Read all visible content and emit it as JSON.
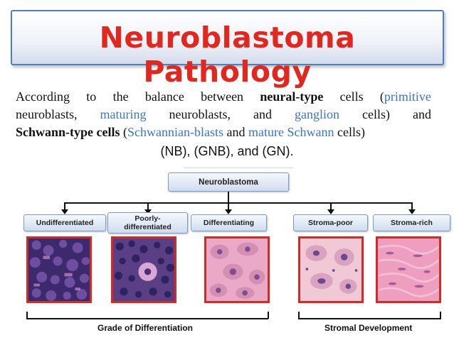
{
  "slide": {
    "title": "Neuroblastoma Pathology",
    "paragraph": {
      "line1": [
        {
          "t": "According",
          "c": ""
        },
        {
          "t": "to",
          "c": ""
        },
        {
          "t": "the",
          "c": ""
        },
        {
          "t": "balance",
          "c": ""
        },
        {
          "t": "between",
          "c": ""
        },
        {
          "t": "neural-type",
          "c": "b"
        },
        {
          "t": "cells",
          "c": ""
        },
        {
          "t": "(primitive",
          "pre": "(",
          "post": "primitive"
        }
      ],
      "line2": [
        {
          "t": "neuroblasts,",
          "c": ""
        },
        {
          "t": "maturing",
          "c": "blue"
        },
        {
          "t": "neuroblasts,",
          "c": ""
        },
        {
          "t": "and",
          "c": ""
        },
        {
          "t": "ganglion",
          "c": "blue"
        },
        {
          "t": "cells)",
          "c": ""
        },
        {
          "t": "and",
          "c": ""
        }
      ],
      "line3_pre": "Schwann-type cells ",
      "line3_paren": "(",
      "line3_blue1": "Schwannian-blasts",
      "line3_and": " and ",
      "line3_blue2": "mature Schwann",
      "line3_post": " cells)",
      "abbreviations": "(NB), (GNB), and (GN)."
    }
  },
  "diagram": {
    "root": "Neuroblastoma",
    "categories": [
      {
        "label": "Undifferentiated"
      },
      {
        "label": "Poorly-differentiated",
        "line1": "Poorly-",
        "line2": "differentiated"
      },
      {
        "label": "Differentiating"
      },
      {
        "label": "Stroma-poor"
      },
      {
        "label": "Stroma-rich"
      }
    ],
    "axis_left": "Grade of Differentiation",
    "axis_right": "Stromal Development"
  },
  "colors": {
    "title_red": "#e2271f",
    "accent_blue": "#3b75c4",
    "tile_border": "#d42a24",
    "node_border": "#7a9cc7"
  }
}
